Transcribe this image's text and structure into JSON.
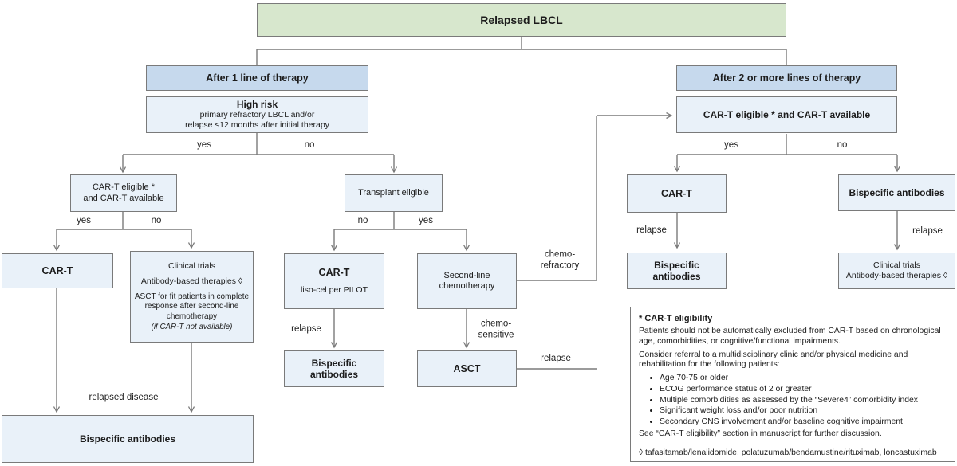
{
  "nodes": {
    "relapsed_lbcl": "Relapsed LBCL",
    "after_1_line": "After 1 line of therapy",
    "after_2_lines": "After 2 or more lines of therapy",
    "high_risk_title": "High risk",
    "high_risk_line1": "primary refractory LBCL and/or",
    "high_risk_line2": "relapse ≤12 months after initial therapy",
    "car_t_eligible_line1": "CAR-T eligible *",
    "car_t_eligible_line2": "and CAR-T available",
    "car_t_eligible_inline": "CAR-T eligible * and CAR-T available",
    "transplant_eligible": "Transplant eligible",
    "car_t": "CAR-T",
    "liso_cel": "liso-cel per PILOT",
    "second_line_chemo": "Second-line chemotherapy",
    "asct": "ASCT",
    "bispecific": "Bispecific antibodies",
    "clinical_trials": "Clinical trials",
    "antibody_therapies": "Antibody-based therapies ◊",
    "asct_fit": "ASCT for fit patients in complete response after second-line chemotherapy",
    "asct_fit_note": "(if CAR-T not available)"
  },
  "labels": {
    "yes": "yes",
    "no": "no",
    "relapse": "relapse",
    "relapsed_disease": "relapsed disease",
    "chemo_refractory": "chemo-refractory",
    "chemo_sensitive": "chemo-sensitive"
  },
  "note": {
    "title": "* CAR-T eligibility",
    "p1": "Patients should not be automatically excluded from CAR-T based on chronological age, comorbidities, or cognitive/functional impairments.",
    "p2": "Consider referral to a multidisciplinary clinic and/or physical medicine and rehabilitation for the following patients:",
    "bullets": [
      "Age 70-75 or older",
      "ECOG performance status of 2 or greater",
      "Multiple comorbidities as assessed by the “Severe4” comorbidity index",
      "Significant weight loss and/or poor nutrition",
      "Secondary CNS involvement and/or baseline cognitive impairment"
    ],
    "p3": "See “CAR-T eligibility” section in manuscript for further discussion.",
    "footnote": "◊ tafasitamab/lenalidomide, polatuzumab/bendamustine/rituximab, loncastuximab"
  },
  "colors": {
    "green_fill": "#d7e7cd",
    "header_fill": "#c6d9ed",
    "box_fill": "#e9f1f9",
    "border": "#7a7a7a",
    "line": "#7a7a7a",
    "ink": "#1c1c1c"
  }
}
